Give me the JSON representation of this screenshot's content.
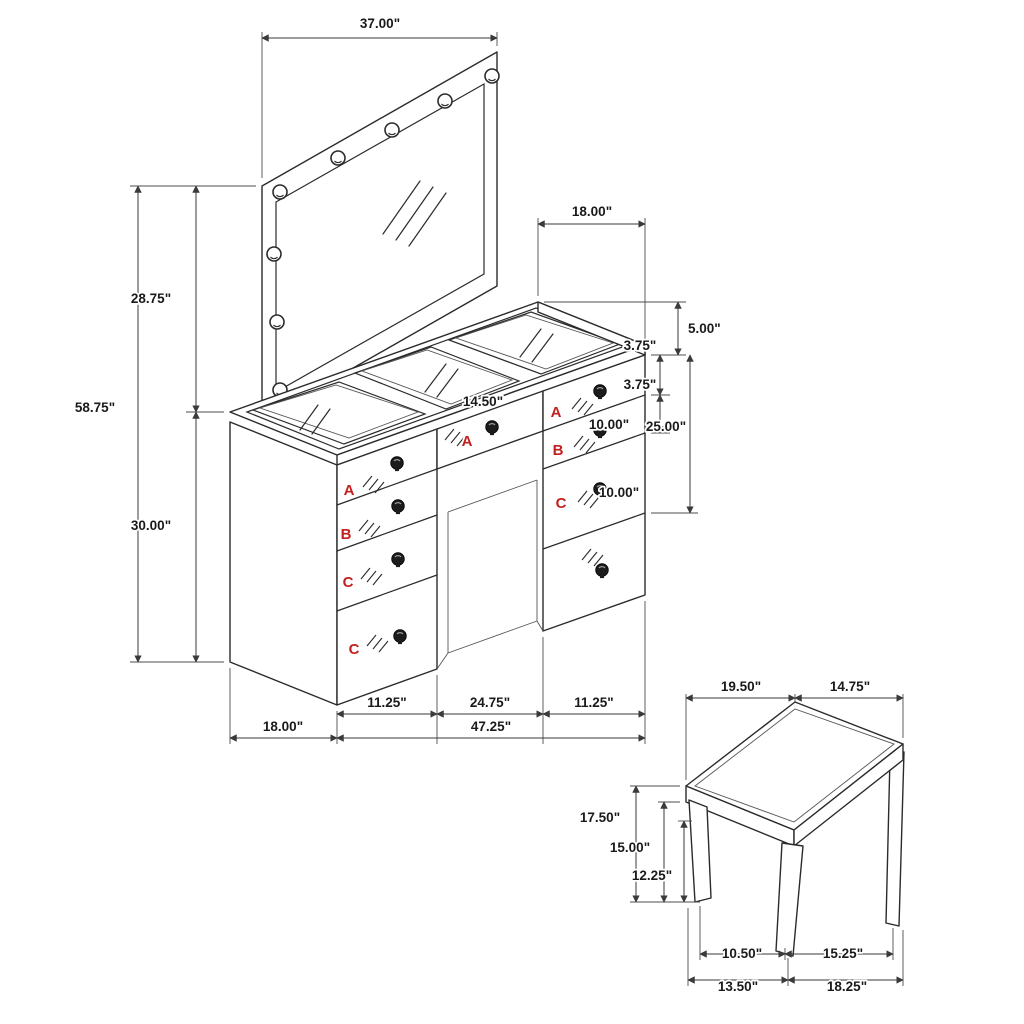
{
  "drawing_title": "vanity-set-dimension-diagram",
  "colors": {
    "line": "#2b2b2b",
    "dimension": "#3a3a3a",
    "drawer_label": "#c21f1f",
    "background": "#ffffff"
  },
  "vanity": {
    "dim_mirror_width": "37.00\"",
    "dim_top_depth": "18.00\"",
    "dim_mirror_height": "28.75\"",
    "dim_total_height": "58.75\"",
    "dim_base_height": "30.00\"",
    "dim_apron_height": "5.00\"",
    "dim_drawer_a_height": "3.75\"",
    "dim_drawer_b_height": "3.75\"",
    "dim_drawer_stack_height": "25.00\"",
    "dim_drawer_c_width": "10.00\"",
    "dim_drawer_c2_width": "10.00\"",
    "dim_center_drawer_width": "14.50\"",
    "dim_left_pedestal_width": "11.25\"",
    "dim_kneehole_width": "24.75\"",
    "dim_right_pedestal_width": "11.25\"",
    "dim_total_width": "47.25\"",
    "dim_side_depth": "18.00\"",
    "label_a": "A",
    "label_b": "B",
    "label_c": "C"
  },
  "stool": {
    "dim_seat_left": "19.50\"",
    "dim_seat_right": "14.75\"",
    "dim_total_height": "17.50\"",
    "dim_underseat_height": "15.00\"",
    "dim_leg_height": "12.25\"",
    "dim_feet_inner_left": "10.50\"",
    "dim_feet_inner_right": "15.25\"",
    "dim_feet_outer_left": "13.50\"",
    "dim_feet_outer_right": "18.25\""
  }
}
